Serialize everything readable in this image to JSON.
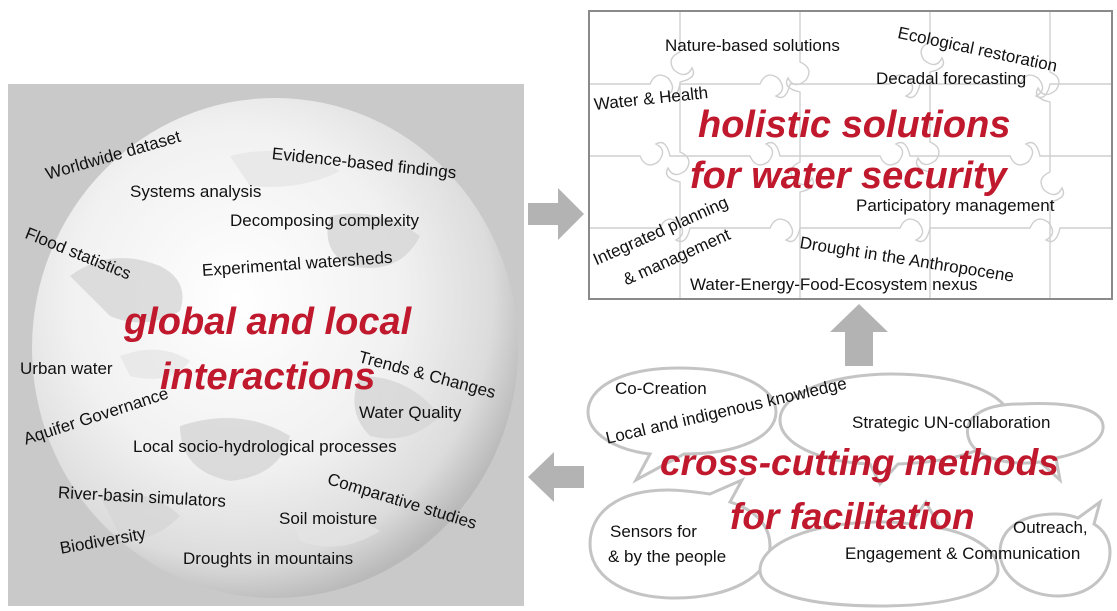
{
  "global": {
    "heading_line1": "global and local",
    "heading_line2": "interactions",
    "topics": {
      "worldwide_dataset": "Worldwide dataset",
      "evidence_based": "Evidence-based findings",
      "systems_analysis": "Systems analysis",
      "decomposing": "Decomposing complexity",
      "flood_statistics": "Flood statistics",
      "experimental_watersheds": "Experimental watersheds",
      "urban_water": "Urban water",
      "trends_changes": "Trends & Changes",
      "aquifer_governance": "Aquifer Governance",
      "water_quality": "Water Quality",
      "local_socio": "Local socio-hydrological processes",
      "comparative": "Comparative studies",
      "river_basin": "River-basin simulators",
      "soil_moisture": "Soil moisture",
      "biodiversity": "Biodiversity",
      "droughts_mountains": "Droughts in mountains"
    }
  },
  "holistic": {
    "heading_line1": "holistic solutions",
    "heading_line2": "for water security",
    "topics": {
      "nature_based": "Nature-based solutions",
      "ecological_restoration": "Ecological restoration",
      "decadal_forecasting": "Decadal forecasting",
      "water_health": "Water & Health",
      "participatory": "Participatory management",
      "integrated_line1": "Integrated planning",
      "integrated_line2": "& management",
      "drought_anthropocene": "Drought in the Anthropocene",
      "wefe_nexus": "Water-Energy-Food-Ecosystem nexus"
    }
  },
  "methods": {
    "heading_line1": "cross-cutting methods",
    "heading_line2": "for facilitation",
    "topics": {
      "co_creation": "Co-Creation",
      "local_indigenous": "Local and indigenous knowledge",
      "strategic_un": "Strategic UN-collaboration",
      "sensors_line1": "Sensors for",
      "sensors_line2": "& by the people",
      "outreach_line1": "Outreach,",
      "outreach_line2": "Engagement & Communication"
    }
  },
  "colors": {
    "accent": "#c0182c",
    "arrow": "#b3b3b3",
    "panel": "#c9c9c9"
  }
}
